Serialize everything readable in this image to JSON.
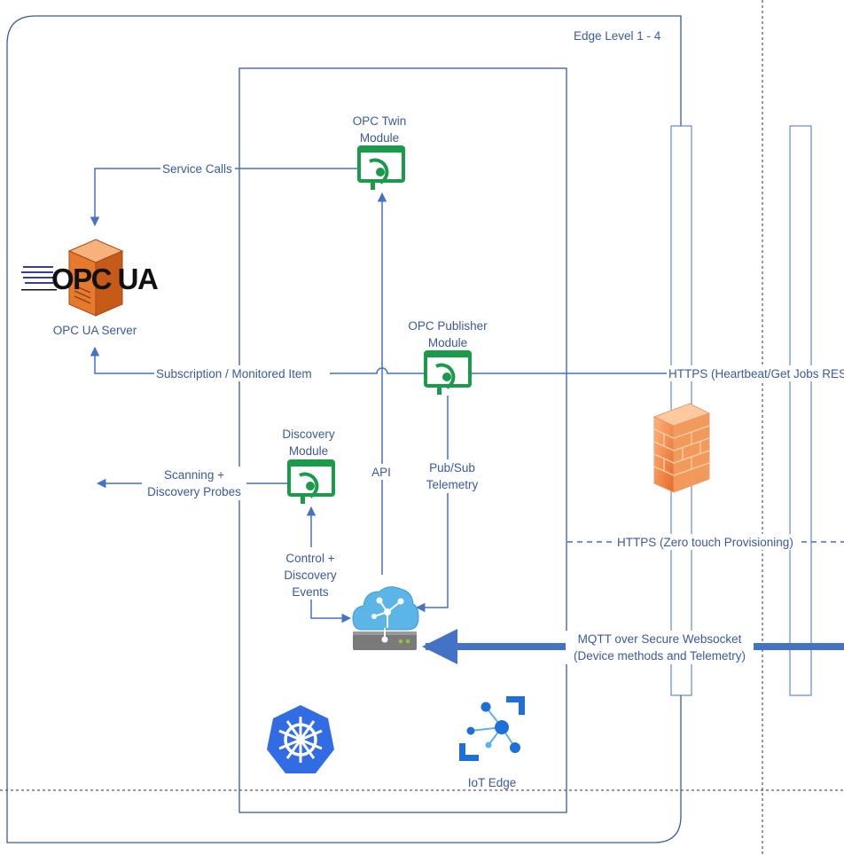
{
  "frame": {
    "title": "Edge Level 1 - 4"
  },
  "nodes": {
    "opc_ua_server": {
      "logo_text": "OPC UA",
      "label": "OPC UA Server"
    },
    "twin": {
      "label_line1": "OPC Twin",
      "label_line2": "Module"
    },
    "publisher": {
      "label_line1": "OPC Publisher",
      "label_line2": "Module"
    },
    "discovery": {
      "label_line1": "Discovery",
      "label_line2": "Module"
    },
    "iot_edge": {
      "label": "IoT Edge"
    }
  },
  "edges": {
    "service_calls": "Service Calls",
    "subscription": "Subscription / Monitored Item",
    "scanning_line1": "Scanning +",
    "scanning_line2": "Discovery Probes",
    "api": "API",
    "pubsub_line1": "Pub/Sub",
    "pubsub_line2": "Telemetry",
    "control_line1": "Control +",
    "control_line2": "Discovery",
    "control_line3": "Events",
    "https_heartbeat": "HTTPS (Heartbeat/Get Jobs RES",
    "https_provisioning": "HTTPS (Zero touch Provisioning)",
    "mqtt_line1": "MQTT over Secure Websocket",
    "mqtt_line2": "(Device methods and Telemetry)"
  },
  "colors": {
    "line": "#4472c4",
    "text": "#3a5a9c",
    "module_green": "#1a9a4a",
    "firewall_orange": "#f08a3c",
    "kubernetes_blue": "#326ce5",
    "iot_blue": "#1e6fd9"
  }
}
